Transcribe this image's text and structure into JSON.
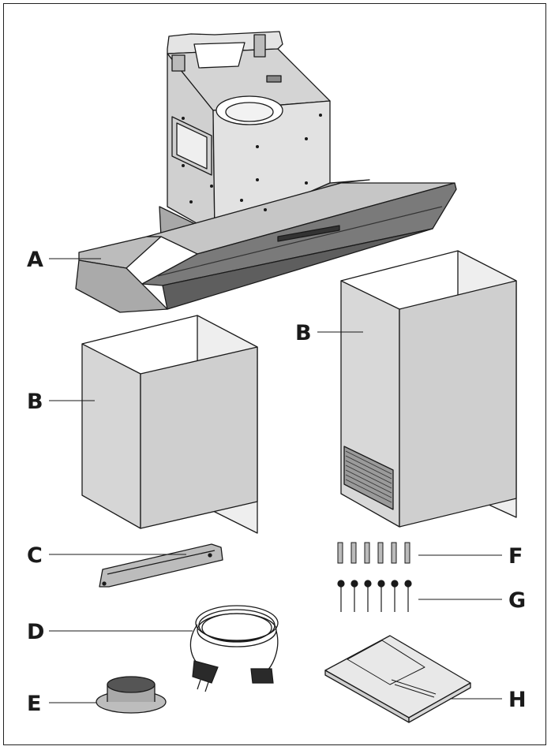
{
  "labels": {
    "a": "A",
    "b_left": "B",
    "b_right": "B",
    "c": "C",
    "d": "D",
    "e": "E",
    "f": "F",
    "g": "G",
    "h": "H"
  },
  "colors": {
    "stroke": "#1a1a1a",
    "panel_light": "#d8d8d8",
    "panel_mid": "#bdbdbd",
    "panel_dark": "#8e8e8e",
    "glass": "#6f6f6f"
  }
}
